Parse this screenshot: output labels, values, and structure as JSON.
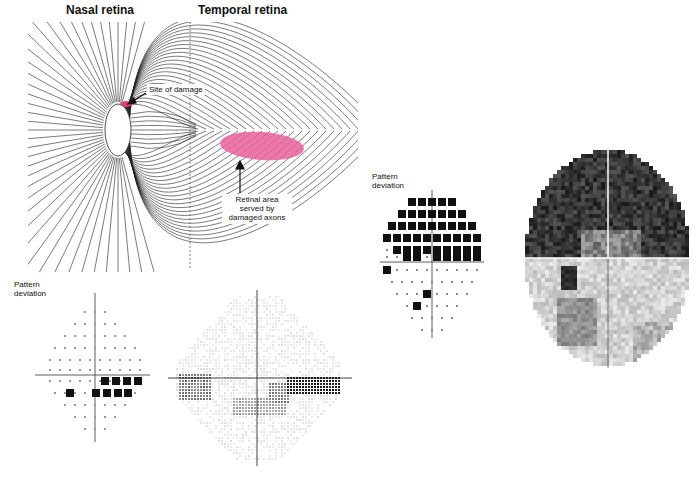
{
  "diagram": {
    "labels": [
      "Nasal retina",
      "Temporal retina",
      "Site of damage",
      "Retinal area served by damaged axons",
      "Pattern deviation",
      "Pattern deviation"
    ]
  }
}
